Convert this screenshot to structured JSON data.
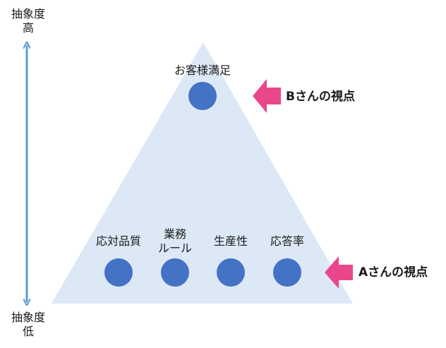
{
  "axis": {
    "top_line1": "抽象度",
    "top_line2": "高",
    "bottom_line1": "抽象度",
    "bottom_line2": "低"
  },
  "pyramid": {
    "apex_label": "お客様満足",
    "base_labels": [
      {
        "line1": "応対品質",
        "line2": ""
      },
      {
        "line1": "業務",
        "line2": "ルール"
      },
      {
        "line1": "生産性",
        "line2": ""
      },
      {
        "line1": "応答率",
        "line2": ""
      }
    ]
  },
  "viewpoints": {
    "b_label": "Bさんの視点",
    "a_label": "Aさんの視点"
  },
  "colors": {
    "triangle_fill": "#dce8f5",
    "node_fill": "#4472c4",
    "axis_arrow": "#5b9bd5",
    "pointer_arrow": "#e8478c"
  }
}
